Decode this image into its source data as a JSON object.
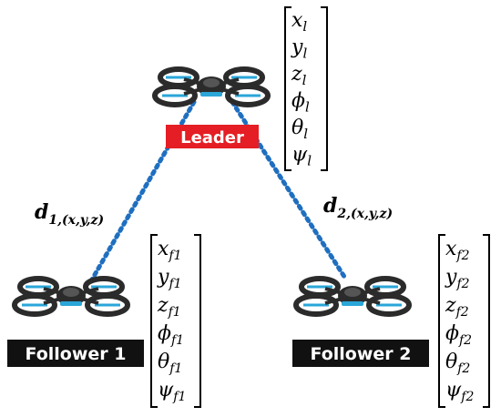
{
  "colors": {
    "link_line": "#1f6fc0",
    "leader_badge": "#e41e24",
    "follower_badge": "#111111",
    "badge_text": "#ffffff",
    "drone_body": "#2b2b2b",
    "drone_accent": "#2aa6d8"
  },
  "leader": {
    "label": "Leader",
    "state_var": [
      "x",
      "y",
      "z",
      "ϕ",
      "θ",
      "ψ"
    ],
    "state_sub": [
      "l",
      "l",
      "l",
      "l",
      "l",
      "l"
    ]
  },
  "follower1": {
    "label": "Follower 1",
    "state_var": [
      "x",
      "y",
      "z",
      "ϕ",
      "θ",
      "ψ"
    ],
    "state_sub": [
      "f1",
      "f1",
      "f1",
      "f1",
      "f1",
      "f1"
    ]
  },
  "follower2": {
    "label": "Follower 2",
    "state_var": [
      "x",
      "y",
      "z",
      "ϕ",
      "θ",
      "ψ"
    ],
    "state_sub": [
      "f2",
      "f2",
      "f2",
      "f2",
      "f2",
      "f2"
    ]
  },
  "distances": {
    "d1": {
      "symbol": "d",
      "subscript": "1,(x,y,z)"
    },
    "d2": {
      "symbol": "d",
      "subscript": "2,(x,y,z)"
    }
  }
}
